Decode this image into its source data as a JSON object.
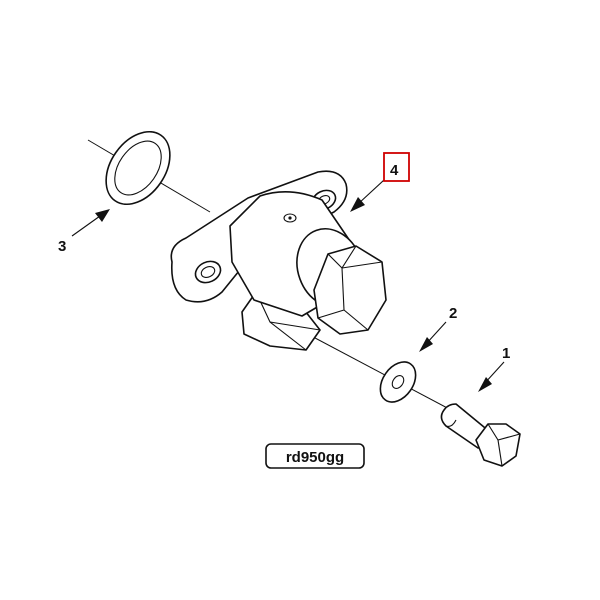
{
  "callouts": {
    "c1": "1",
    "c2": "2",
    "c3": "3",
    "c4": "4"
  },
  "figure_code": "rd950gg",
  "colors": {
    "ink": "#111111",
    "highlight_box": "#d00000",
    "background": "#ffffff"
  }
}
